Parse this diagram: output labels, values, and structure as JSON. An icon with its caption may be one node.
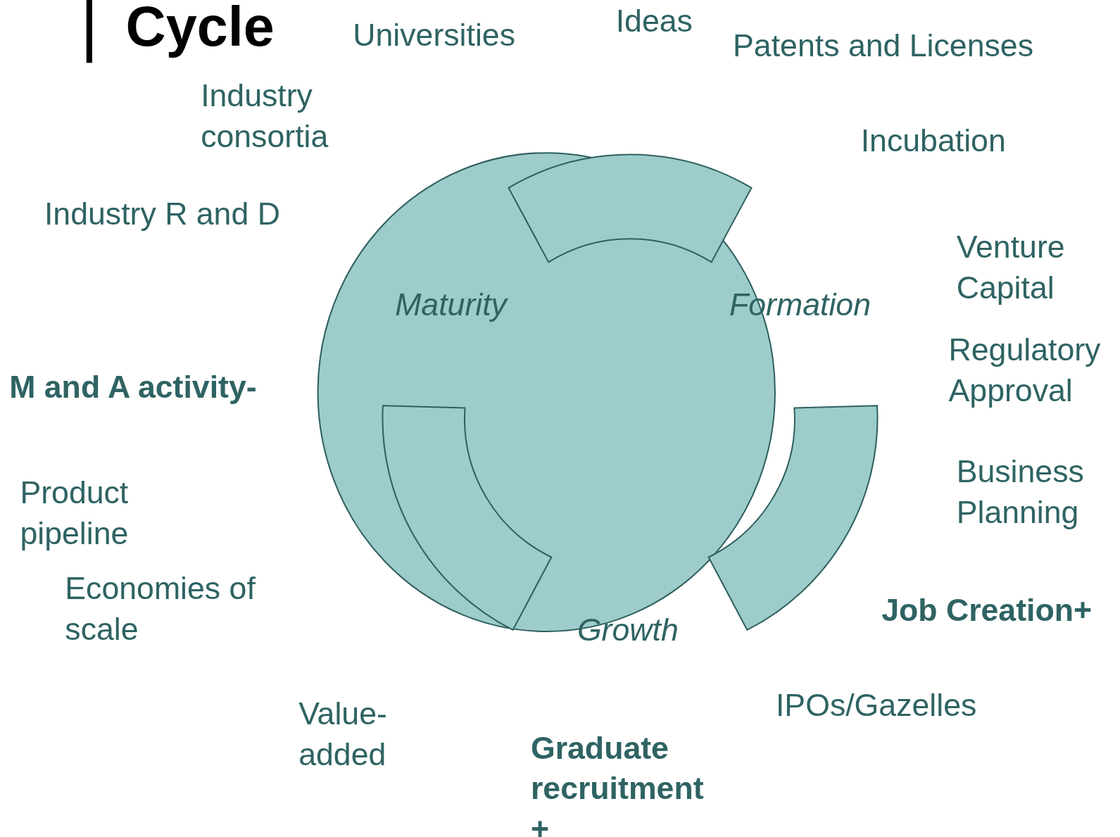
{
  "diagram": {
    "title": "Cycle",
    "labels": [
      "Ideas",
      "Universities",
      "Patents and Licenses",
      "Industry consortia",
      "Incubation",
      "Industry R and D",
      "Venture Capital",
      "Maturity",
      "Formation",
      "Regulatory Approval",
      "M and A activity-",
      "Product pipeline",
      "Business Planning",
      "Economies of scale",
      "Job Creation+",
      "Growth",
      "IPOs/Gazelles",
      "Value-added",
      "Graduate recruitment +"
    ]
  }
}
